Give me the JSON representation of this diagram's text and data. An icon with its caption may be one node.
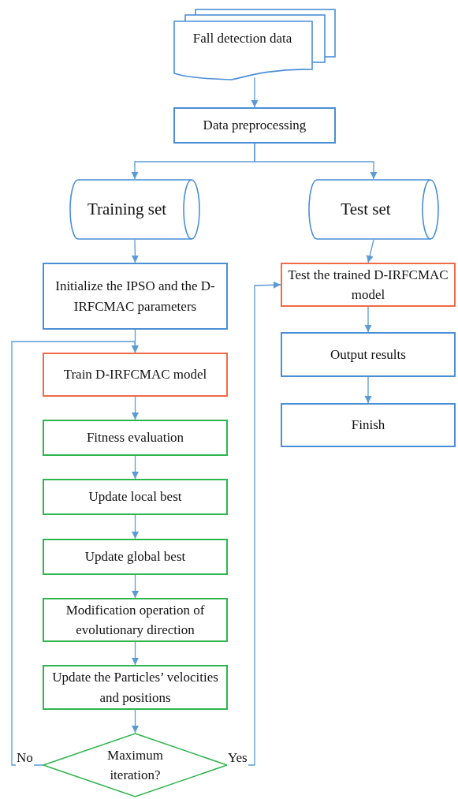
{
  "diagram": {
    "nodes": [
      {
        "text": [
          "Fall detection data"
        ]
      },
      {
        "text": [
          "Data preprocessing"
        ]
      },
      {
        "text": [
          "Training set"
        ]
      },
      {
        "text": [
          "Test set"
        ]
      },
      {
        "text": [
          "Initialize the IPSO and the D-IRFCMAC parameters"
        ]
      },
      {
        "text": [
          "Test the trained D-IRFCMAC model"
        ]
      },
      {
        "text": [
          "Train D-IRFCMAC model"
        ]
      },
      {
        "text": [
          "Output results"
        ]
      },
      {
        "text": [
          "Finish"
        ]
      },
      {
        "text": [
          "Fitness evaluation"
        ]
      },
      {
        "text": [
          "Update local best"
        ]
      },
      {
        "text": [
          "Update global best"
        ]
      },
      {
        "text": [
          "Modification operation of evolutionary direction"
        ]
      },
      {
        "text": [
          "Update the Particles’ velocities and positions"
        ]
      },
      {
        "text": [
          "Maximum iteration?"
        ]
      }
    ],
    "edges": [
      {
        "from": 0,
        "to": 1,
        "arrow": "to"
      },
      {
        "from": 1,
        "to": 2,
        "arrow": "to"
      },
      {
        "from": 1,
        "to": 3,
        "arrow": "to"
      },
      {
        "from": 2,
        "to": 4,
        "arrow": "to"
      },
      {
        "from": 3,
        "to": 5,
        "arrow": "to"
      },
      {
        "from": 4,
        "to": 6,
        "arrow": "to"
      },
      {
        "from": 6,
        "to": 9,
        "arrow": "to"
      },
      {
        "from": 9,
        "to": 10,
        "arrow": "to"
      },
      {
        "from": 10,
        "to": 11,
        "arrow": "to"
      },
      {
        "from": 11,
        "to": 12,
        "arrow": "to"
      },
      {
        "from": 12,
        "to": 13,
        "arrow": "to"
      },
      {
        "from": 13,
        "to": 14,
        "arrow": "to"
      },
      {
        "from": 14,
        "to": 6,
        "arrow": "to",
        "label": "No"
      },
      {
        "from": 14,
        "to": 5,
        "arrow": "to",
        "label": "Yes"
      },
      {
        "from": 5,
        "to": 7,
        "arrow": "to"
      },
      {
        "from": 7,
        "to": 8,
        "arrow": "to"
      }
    ]
  }
}
